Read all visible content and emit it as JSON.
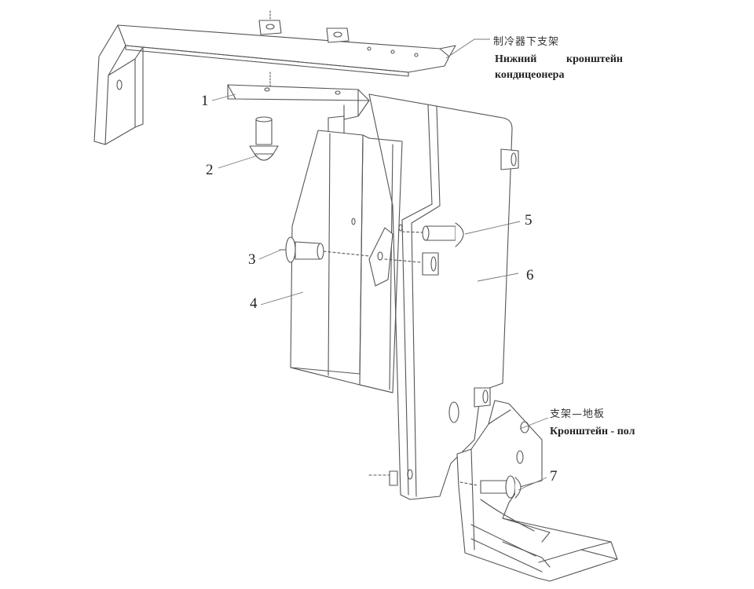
{
  "callouts": {
    "n1": "1",
    "n2": "2",
    "n3": "3",
    "n4": "4",
    "n5": "5",
    "n6": "6",
    "n7": "7"
  },
  "labels": {
    "upper_cn": "制冷器下支架",
    "upper_ru_line1": "Нижний кронштейн",
    "upper_ru_line2": "кондицеонера",
    "lower_cn": "支架—地板",
    "lower_ru": "Кронштейн - пол"
  },
  "colors": {
    "line": "#555555",
    "leader": "#777777",
    "text": "#222222"
  }
}
